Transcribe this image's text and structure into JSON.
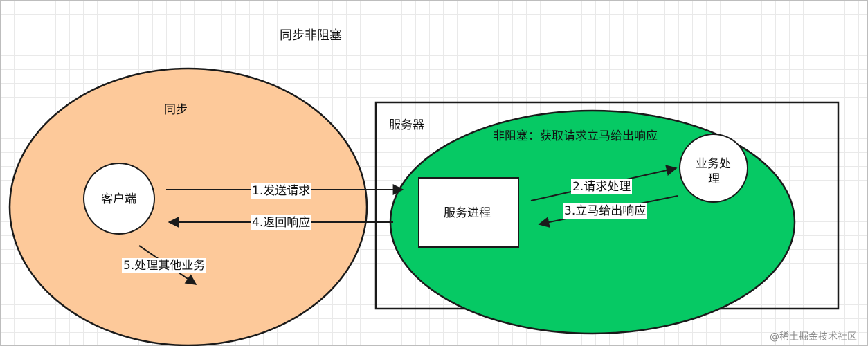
{
  "title": "同步非阻塞",
  "sync_group": {
    "label": "同步",
    "client_label": "客户端",
    "side_task_label": "5.处理其他业务"
  },
  "server": {
    "label": "服务器",
    "nonblocking_label": "非阻塞：获取请求立马给出响应",
    "process_label": "服务进程",
    "business_label_line1": "业务处",
    "business_label_line2": "理"
  },
  "arrows": {
    "send_request": "1.发送请求",
    "handle_request": "2.请求处理",
    "respond_immediately": "3.立马给出响应",
    "return_response": "4.返回响应"
  },
  "colors": {
    "sync_fill": "#fdc99a",
    "server_fill": "#06c964",
    "stroke": "#1a1a1a"
  },
  "watermark": "@稀土掘金技术社区"
}
